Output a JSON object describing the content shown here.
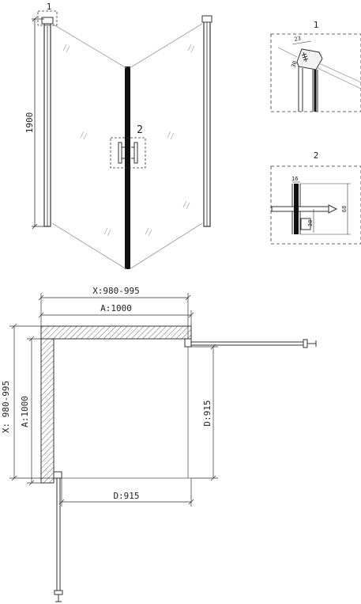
{
  "colors": {
    "line": "#333333",
    "hatch": "#555555",
    "profile": "#111111",
    "glass": "#999999"
  },
  "elevation": {
    "height_label": "1900",
    "callout_1": "1",
    "callout_2": "2"
  },
  "detail_1": {
    "number": "1",
    "dims": [
      "23",
      "30"
    ]
  },
  "detail_2": {
    "number": "2",
    "dims": [
      "16",
      "30",
      "68"
    ]
  },
  "plan": {
    "x_top": "X:980-995",
    "a_top": "A:1000",
    "x_left": "X: 980-995",
    "a_left": "A:1000",
    "d_right": "D:915",
    "d_bottom": "D:915"
  }
}
